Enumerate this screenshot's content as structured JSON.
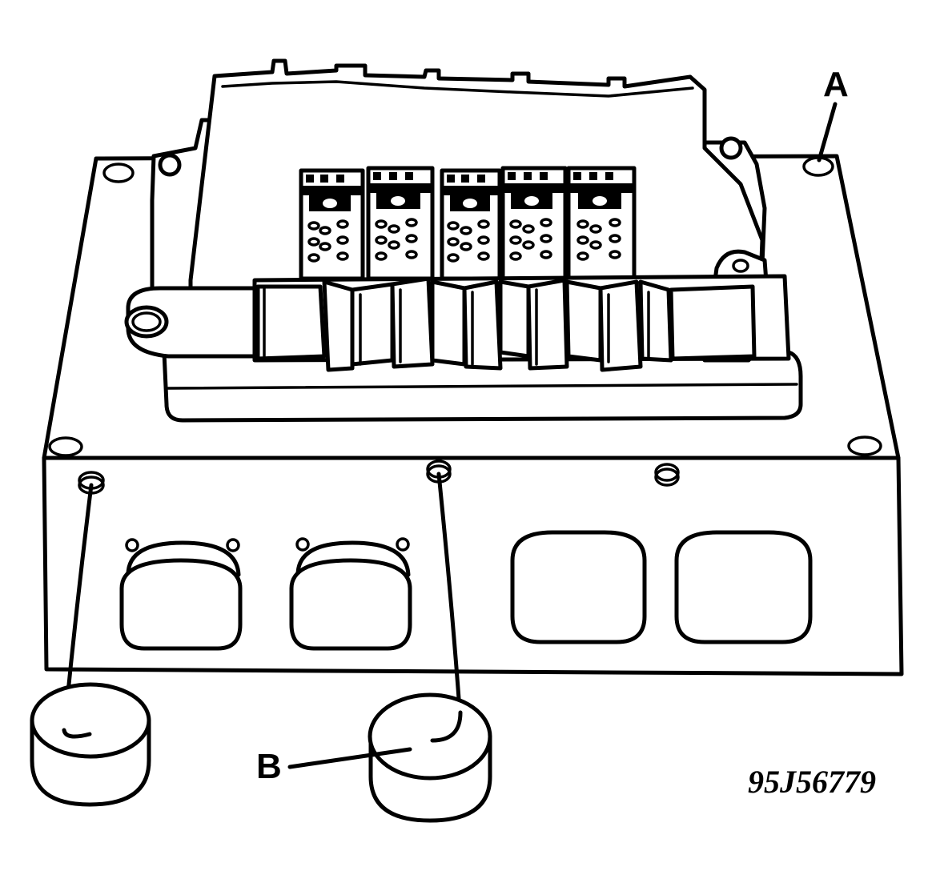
{
  "figure": {
    "callouts": {
      "a": "A",
      "b": "B"
    },
    "figure_id": "95J56779"
  }
}
